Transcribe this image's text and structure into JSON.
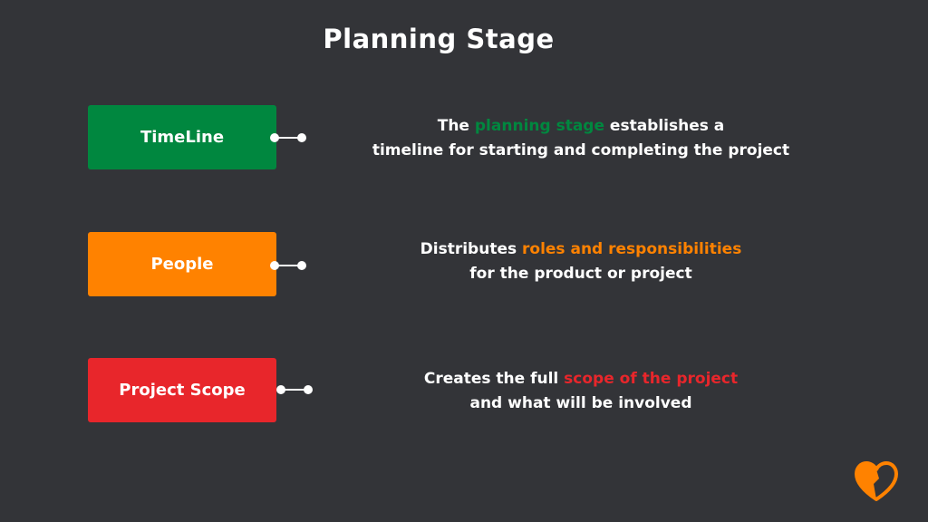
{
  "title": "Planning Stage",
  "colors": {
    "background": "#333438",
    "green": "#00873f",
    "orange": "#ff8200",
    "red": "#e8262b"
  },
  "items": [
    {
      "label": "TimeLine",
      "color": "#00873f",
      "desc_line1_pre": "The ",
      "desc_highlight": "planning stage",
      "desc_line1_post": " establishes a",
      "desc_line2": "timeline for starting and completing the project"
    },
    {
      "label": "People",
      "color": "#ff8200",
      "desc_line1_pre": "Distributes ",
      "desc_highlight": "roles and responsibilities",
      "desc_line1_post": "",
      "desc_line2": "for the product or project"
    },
    {
      "label": "Project Scope",
      "color": "#e8262b",
      "desc_line1_pre": "Creates the full ",
      "desc_highlight": "scope of the project",
      "desc_line1_post": "",
      "desc_line2": "and what will be involved"
    }
  ],
  "logo_icon": "heart-logo-icon"
}
